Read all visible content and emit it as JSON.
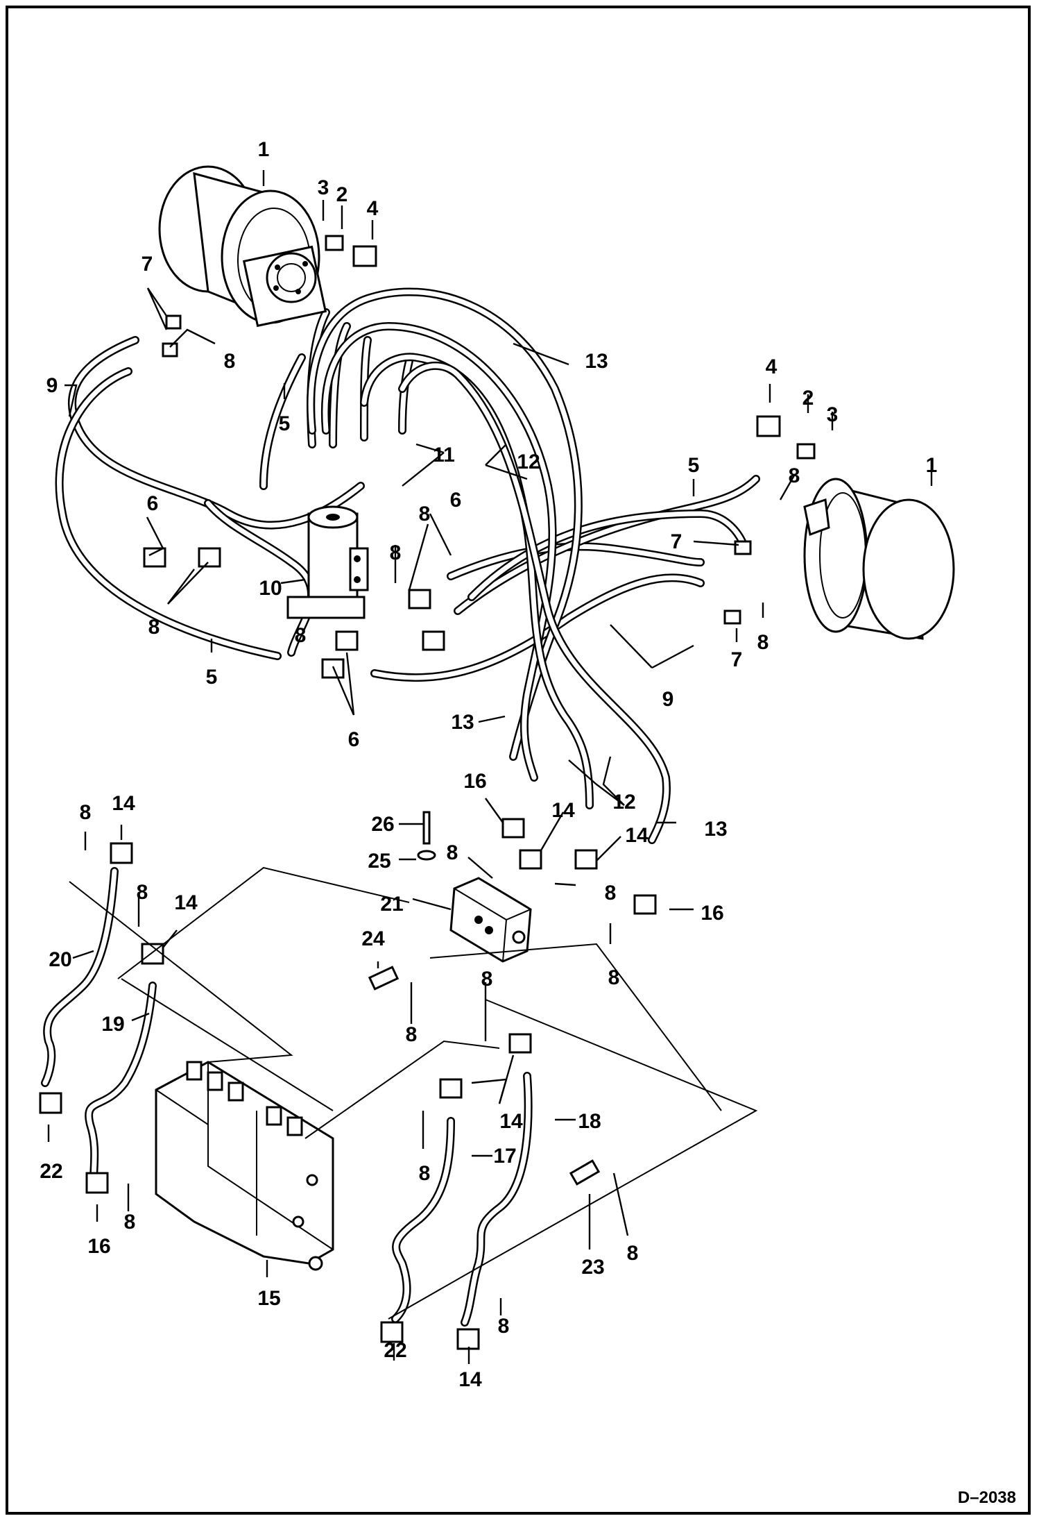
{
  "drawing_code": "D–2038",
  "callouts": [
    "1",
    "2",
    "3",
    "4",
    "5",
    "6",
    "7",
    "8",
    "9",
    "10",
    "11",
    "12",
    "13",
    "14",
    "15",
    "16",
    "17",
    "18",
    "19",
    "20",
    "21",
    "22",
    "23",
    "24",
    "25",
    "26"
  ],
  "colors": {
    "ink": "#000000",
    "paper": "#ffffff"
  }
}
